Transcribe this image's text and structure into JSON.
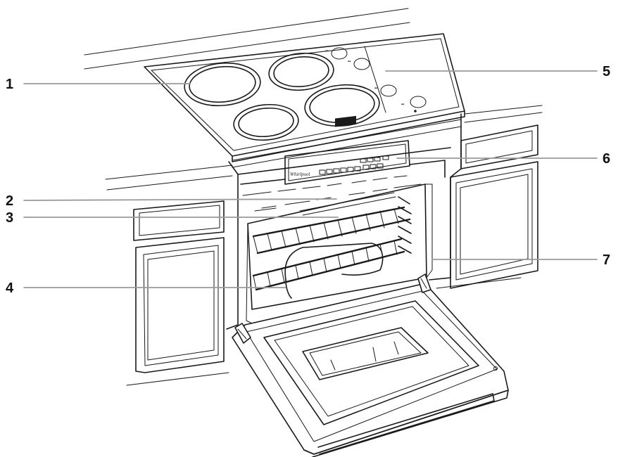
{
  "figure": {
    "subject": "range-with-open-oven",
    "callouts": [
      {
        "id": "1",
        "label": "1"
      },
      {
        "id": "2",
        "label": "2"
      },
      {
        "id": "3",
        "label": "3"
      },
      {
        "id": "4",
        "label": "4"
      },
      {
        "id": "5",
        "label": "5"
      },
      {
        "id": "6",
        "label": "6"
      },
      {
        "id": "7",
        "label": "7"
      }
    ],
    "brand_logo": "Whirlpool"
  }
}
